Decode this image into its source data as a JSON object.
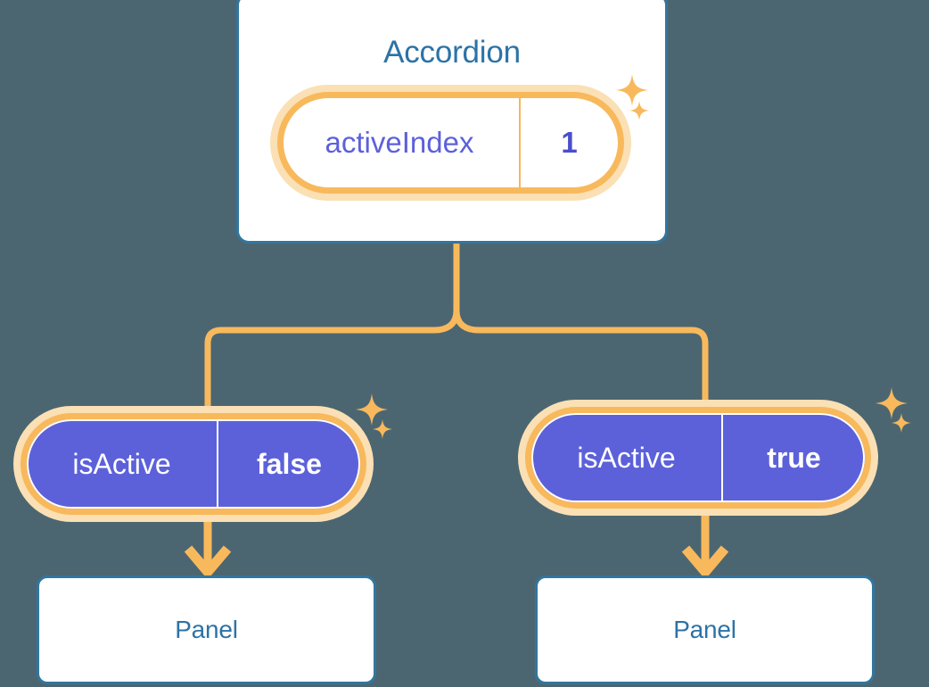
{
  "theme": {
    "background": "#4c6671",
    "card_bg": "#ffffff",
    "card_border": "#31769f",
    "title_text": "#2c73a6",
    "accent_amber": "#f8b95c",
    "accent_amber_halo": "#fae0b4",
    "indigo_fill": "#5c61da",
    "indigo_text": "#5c61da",
    "connector": "#f8b95c"
  },
  "diagram": {
    "type": "component-state-tree",
    "root": {
      "title": "Accordion",
      "state": {
        "key": "activeIndex",
        "value": "1",
        "style": "white-pill"
      }
    },
    "children": [
      {
        "side": "left",
        "prop": {
          "key": "isActive",
          "value": "false",
          "style": "indigo-pill"
        },
        "panel": {
          "title": "Panel"
        }
      },
      {
        "side": "right",
        "prop": {
          "key": "isActive",
          "value": "true",
          "style": "indigo-pill"
        },
        "panel": {
          "title": "Panel"
        }
      }
    ],
    "decorations": {
      "sparkle_icon": "sparkle-4-point-star",
      "arrow_icon": "arrow-down-icon"
    }
  }
}
